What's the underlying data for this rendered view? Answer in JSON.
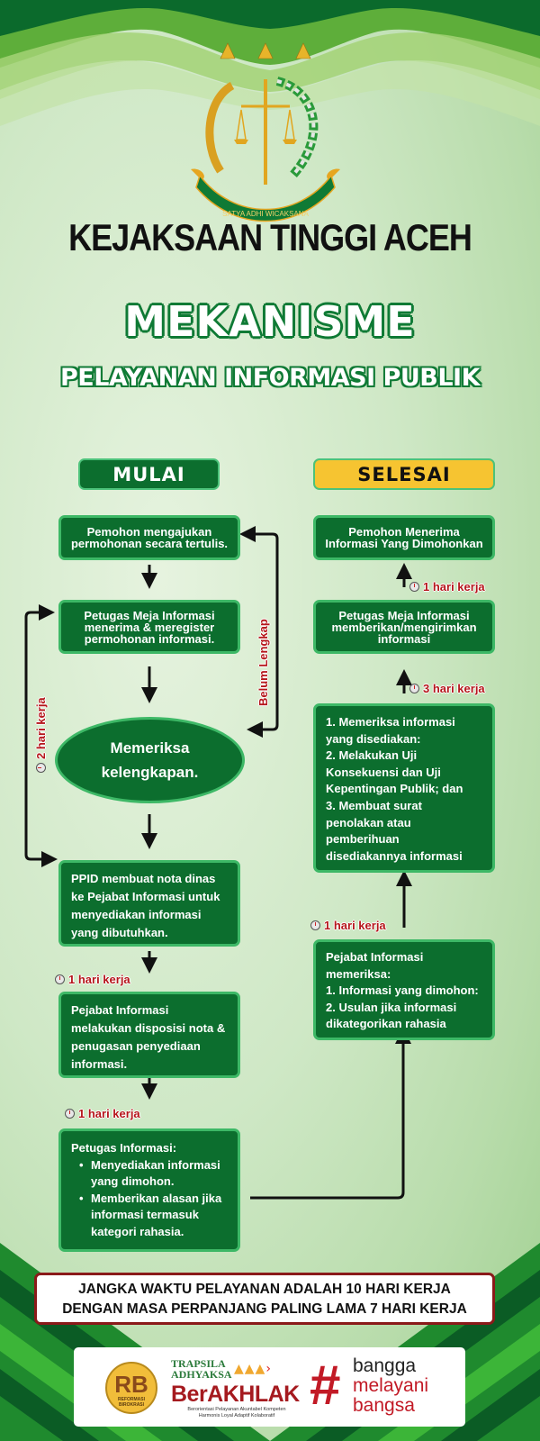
{
  "header": {
    "organization": "KEJAKSAAN TINGGI ACEH",
    "logo_motto": "SATYA ADHI WICAKSANA",
    "title": "MEKANISME",
    "subtitle": "PELAYANAN INFORMASI PUBLIK"
  },
  "colors": {
    "box_fill": "#0c6e2e",
    "box_border": "#3db866",
    "selesai_fill": "#f6c431",
    "duration_text": "#b5161b",
    "note_border": "#8a1a1a"
  },
  "flow": {
    "start_label": "MULAI",
    "end_label": "SELESAI",
    "left_steps": [
      {
        "lines": [
          "Pemohon mengajukan",
          "permohonan secara tertulis."
        ]
      },
      {
        "lines": [
          "Petugas Meja Informasi",
          "menerima & meregister",
          "permohonan informasi."
        ]
      },
      {
        "lines": [
          "Memeriksa",
          "kelengkapan."
        ],
        "shape": "ellipse"
      },
      {
        "lines": [
          "PPID membuat nota dinas",
          "ke Pejabat Informasi untuk",
          "menyediakan informasi",
          "yang dibutuhkan."
        ]
      },
      {
        "lines": [
          "Pejabat Informasi",
          "melakukan disposisi nota &",
          "penugasan penyediaan",
          "informasi."
        ]
      },
      {
        "heading": "Petugas Informasi:",
        "bullets": [
          "Menyediakan informasi yang dimohon.",
          "Memberikan alasan jika informasi termasuk kategori rahasia."
        ]
      }
    ],
    "right_steps": [
      {
        "lines": [
          "Pemohon Menerima",
          "Informasi Yang Dimohonkan"
        ]
      },
      {
        "lines": [
          "Petugas Meja Informasi",
          "memberikan/mengirimkan",
          "informasi"
        ]
      },
      {
        "lines": [
          "1. Memeriksa informasi",
          "yang disediakan:",
          "2. Melakukan Uji",
          "Konsekuensi dan Uji",
          "Kepentingan Publik; dan",
          "3. Membuat surat",
          "penolakan atau",
          "pemberihuan",
          "disediakannya informasi"
        ]
      },
      {
        "lines": [
          "Pejabat Informasi",
          "memeriksa:",
          "1. Informasi yang dimohon:",
          "2. Usulan jika informasi",
          "dikategorikan rahasia"
        ]
      }
    ],
    "loop_label": "Belum Lengkap",
    "durations": {
      "left_loop": "2 hari kerja",
      "after_ppid": "1 hari kerja",
      "after_disposisi": "1 hari kerja",
      "right_to_check": "1 hari kerja",
      "check_to_deliver": "3 hari kerja",
      "deliver_to_receive": "1 hari kerja"
    }
  },
  "note": {
    "line1": "JANGKA WAKTU PELAYANAN ADALAH 10 HARI KERJA",
    "line2": "DENGAN MASA PERPANJANG PALING LAMA 7 HARI KERJA"
  },
  "footer_logos": {
    "rb": {
      "mark": "RB",
      "caption": "REFORMASI BIROKRASI"
    },
    "trapsila": {
      "line1": "TRAPSILA",
      "line2": "ADHYAKSA",
      "brand": "BerAKHLAK",
      "tagline1": "Berorientasi Pelayanan Akuntabel Kompeten",
      "tagline2": "Harmonis Loyal Adaptif Kolaboratif"
    },
    "campaign": {
      "hash": "#",
      "line1": "bangga",
      "line2": "melayani",
      "line3": "bangsa"
    }
  }
}
